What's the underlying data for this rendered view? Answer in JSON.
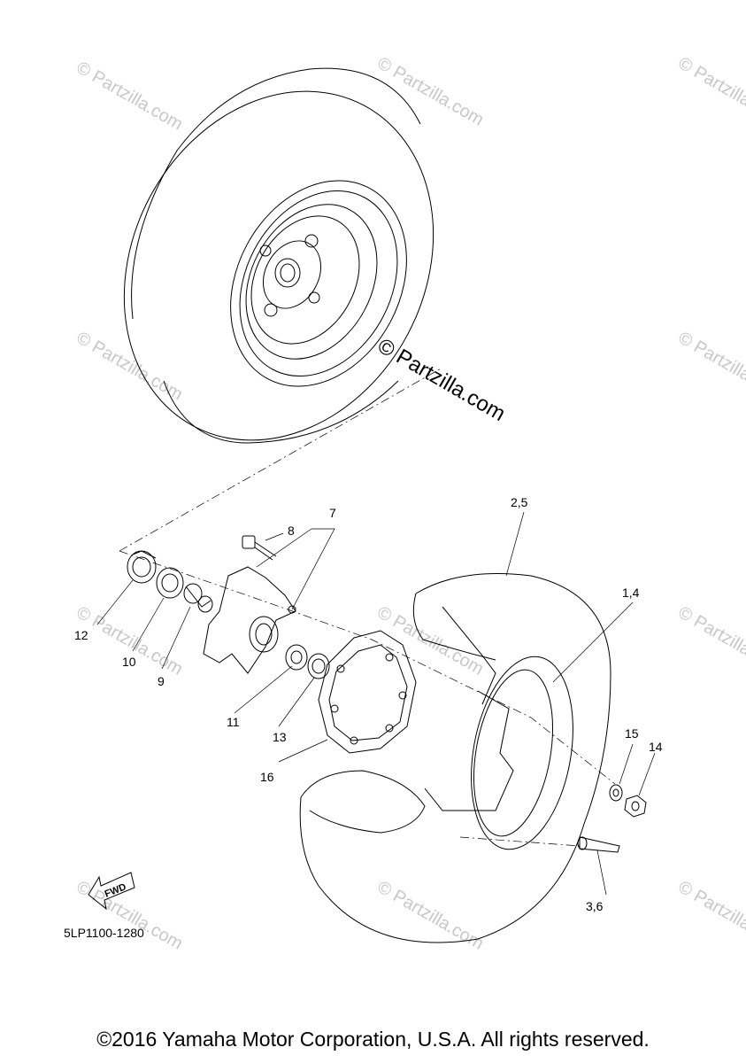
{
  "callouts": [
    {
      "id": "1,4",
      "text": "1,4"
    },
    {
      "id": "2,5",
      "text": "2,5"
    },
    {
      "id": "3,6",
      "text": "3,6"
    },
    {
      "id": "7",
      "text": "7"
    },
    {
      "id": "8",
      "text": "8"
    },
    {
      "id": "9",
      "text": "9"
    },
    {
      "id": "10",
      "text": "10"
    },
    {
      "id": "11",
      "text": "11"
    },
    {
      "id": "12",
      "text": "12"
    },
    {
      "id": "13",
      "text": "13"
    },
    {
      "id": "14",
      "text": "14"
    },
    {
      "id": "15",
      "text": "15"
    },
    {
      "id": "16",
      "text": "16"
    }
  ],
  "diagram_code": "5LP1100-1280",
  "fwd_label": "FWD",
  "watermark": "© Partzilla.com",
  "watermark_center": "© Partzilla.com",
  "copyright": "©2016 Yamaha Motor Corporation, U.S.A. All rights reserved."
}
